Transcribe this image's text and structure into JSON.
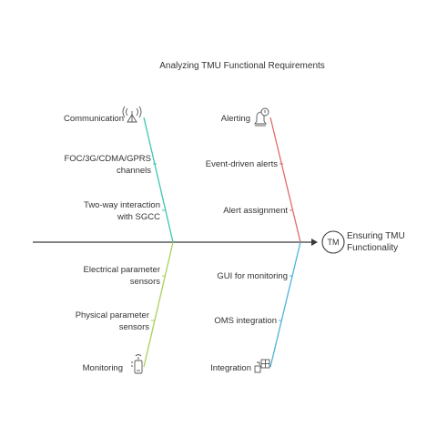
{
  "title": "Analyzing TMU Functional Requirements",
  "effect": {
    "label_line1": "Ensuring TMU",
    "label_line2": "Functionality",
    "badge": "TM"
  },
  "categories": {
    "communication": {
      "label": "Communication",
      "icon": "antenna-icon",
      "color": "#3cc6b1",
      "causes": [
        {
          "line1": "FOC/3G/CDMA/GPRS",
          "line2": "channels"
        },
        {
          "line1": "Two-way interaction",
          "line2": "with SGCC"
        }
      ]
    },
    "alerting": {
      "label": "Alerting",
      "icon": "bell-icon",
      "color": "#e16a6a",
      "causes": [
        {
          "line1": "Event-driven alerts"
        },
        {
          "line1": "Alert assignment"
        }
      ]
    },
    "monitoring": {
      "label": "Monitoring",
      "icon": "device-icon",
      "color": "#a9cf5a",
      "causes": [
        {
          "line1": "Electrical parameter",
          "line2": "sensors"
        },
        {
          "line1": "Physical parameter",
          "line2": "sensors"
        }
      ]
    },
    "integration": {
      "label": "Integration",
      "icon": "integration-icon",
      "color": "#4db3db",
      "causes": [
        {
          "line1": "GUI for monitoring"
        },
        {
          "line1": "OMS integration"
        }
      ]
    }
  },
  "spine_color": "#3a3a3a"
}
